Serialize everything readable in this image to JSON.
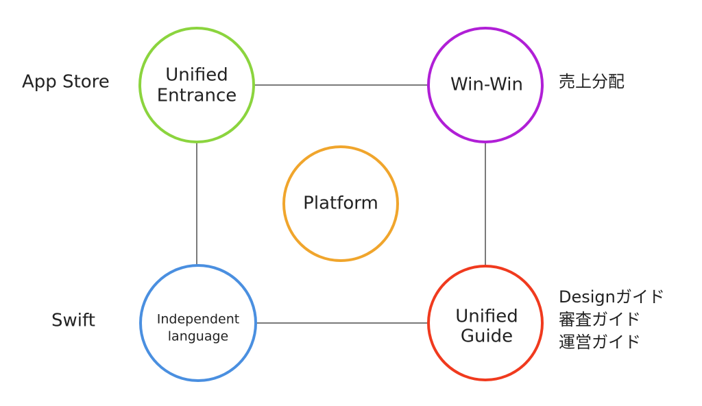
{
  "colors": {
    "unified_entrance": "#8bd43e",
    "win_win": "#b01fd6",
    "platform": "#f0a52c",
    "independent_language": "#4a8fe0",
    "unified_guide": "#f03a1e",
    "connector": "#7a7a7a"
  },
  "nodes": {
    "unified_entrance": {
      "line1": "Unified",
      "line2": "Entrance"
    },
    "win_win": {
      "line1": "Win-Win"
    },
    "platform": {
      "line1": "Platform"
    },
    "independent_language": {
      "line1": "Independent",
      "line2": "language"
    },
    "unified_guide": {
      "line1": "Unified",
      "line2": "Guide"
    }
  },
  "side_labels": {
    "app_store": "App Store",
    "revenue_share": "売上分配",
    "swift": "Swift",
    "guides": [
      "Designガイド",
      "審査ガイド",
      "運営ガイド"
    ]
  }
}
